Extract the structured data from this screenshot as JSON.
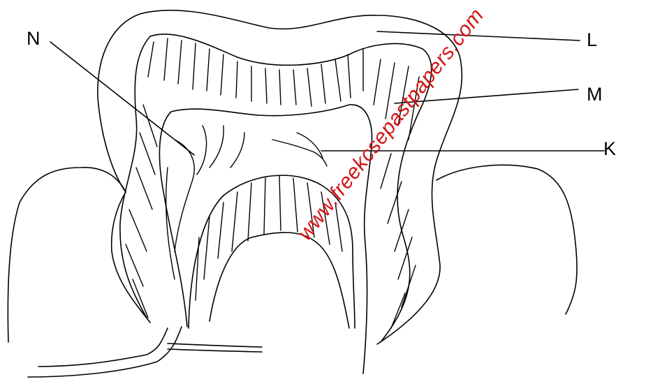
{
  "labels": {
    "n": "N",
    "l": "L",
    "m": "M",
    "k": "K"
  },
  "watermark": "www.freekcsepastpapers.com",
  "colors": {
    "line": "#000000",
    "watermark": "#d11616",
    "background": "#ffffff"
  }
}
